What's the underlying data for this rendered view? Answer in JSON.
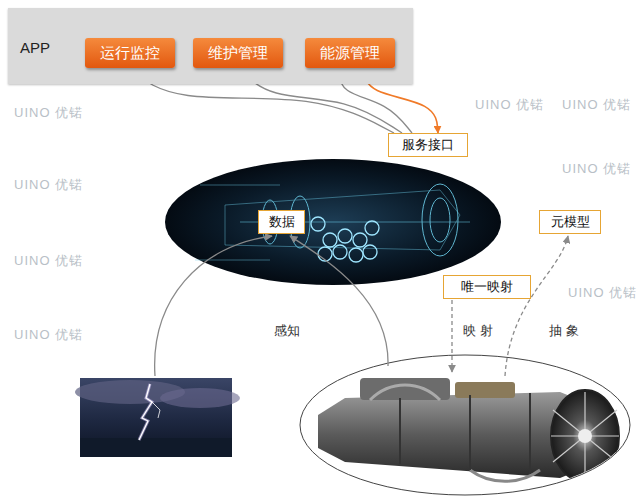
{
  "diagram": {
    "nodes": [
      {
        "text": [
          "APP"
        ]
      },
      {
        "text": [
          "运行监控"
        ],
        "in": 0
      },
      {
        "text": [
          "维护管理"
        ],
        "in": 0
      },
      {
        "text": [
          "能源管理"
        ],
        "in": 0
      },
      {
        "text": [
          "服务接口"
        ]
      },
      {
        "text": [
          "数据"
        ]
      },
      {
        "text": [
          "元模型"
        ]
      },
      {
        "text": [
          "唯一映射"
        ]
      }
    ],
    "edges": [
      {
        "from": 4,
        "to": 1,
        "arrow": "to"
      },
      {
        "from": 4,
        "to": 2,
        "arrow": "to"
      },
      {
        "from": 4,
        "to": 3,
        "arrow": "to"
      },
      {
        "from": 3,
        "to": 4,
        "arrow": "to"
      }
    ],
    "labels": [
      "感知",
      "映 射",
      "抽 象",
      "UINO 优锘",
      "UINO 优锘",
      "UINO 优锘",
      "UINO 优锘",
      "UINO 优锘",
      "UINO 优锘",
      "UINO 优锘",
      "UINO 优锘"
    ]
  }
}
